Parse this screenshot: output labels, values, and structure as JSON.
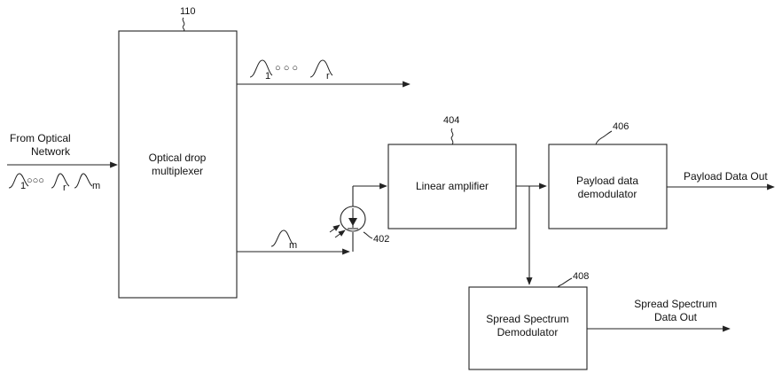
{
  "blocks": {
    "odm": {
      "ref": "110",
      "line1": "Optical drop",
      "line2": "multiplexer"
    },
    "amp": {
      "ref": "404",
      "label": "Linear amplifier"
    },
    "payload": {
      "ref": "406",
      "line1": "Payload data",
      "line2": "demodulator"
    },
    "ss": {
      "ref": "408",
      "line1": "Spread Spectrum",
      "line2": "Demodulator"
    },
    "photodetector": {
      "ref": "402"
    }
  },
  "inputs": {
    "from_line1": "From Optical",
    "from_line2": "Network",
    "lambda_in_sub1": "1",
    "lambda_in_dots": "○○○",
    "lambda_in_sub2": "r",
    "lambda_in_sub3": "m"
  },
  "outputs": {
    "top_sub1": "1",
    "top_dots": "○ ○ ○",
    "top_sub2": "r",
    "drop_sub": "m",
    "payload_out": "Payload Data Out",
    "ss_out_line1": "Spread Spectrum",
    "ss_out_line2": "Data Out"
  },
  "colors": {
    "ink": "#222222",
    "background": "#ffffff"
  }
}
